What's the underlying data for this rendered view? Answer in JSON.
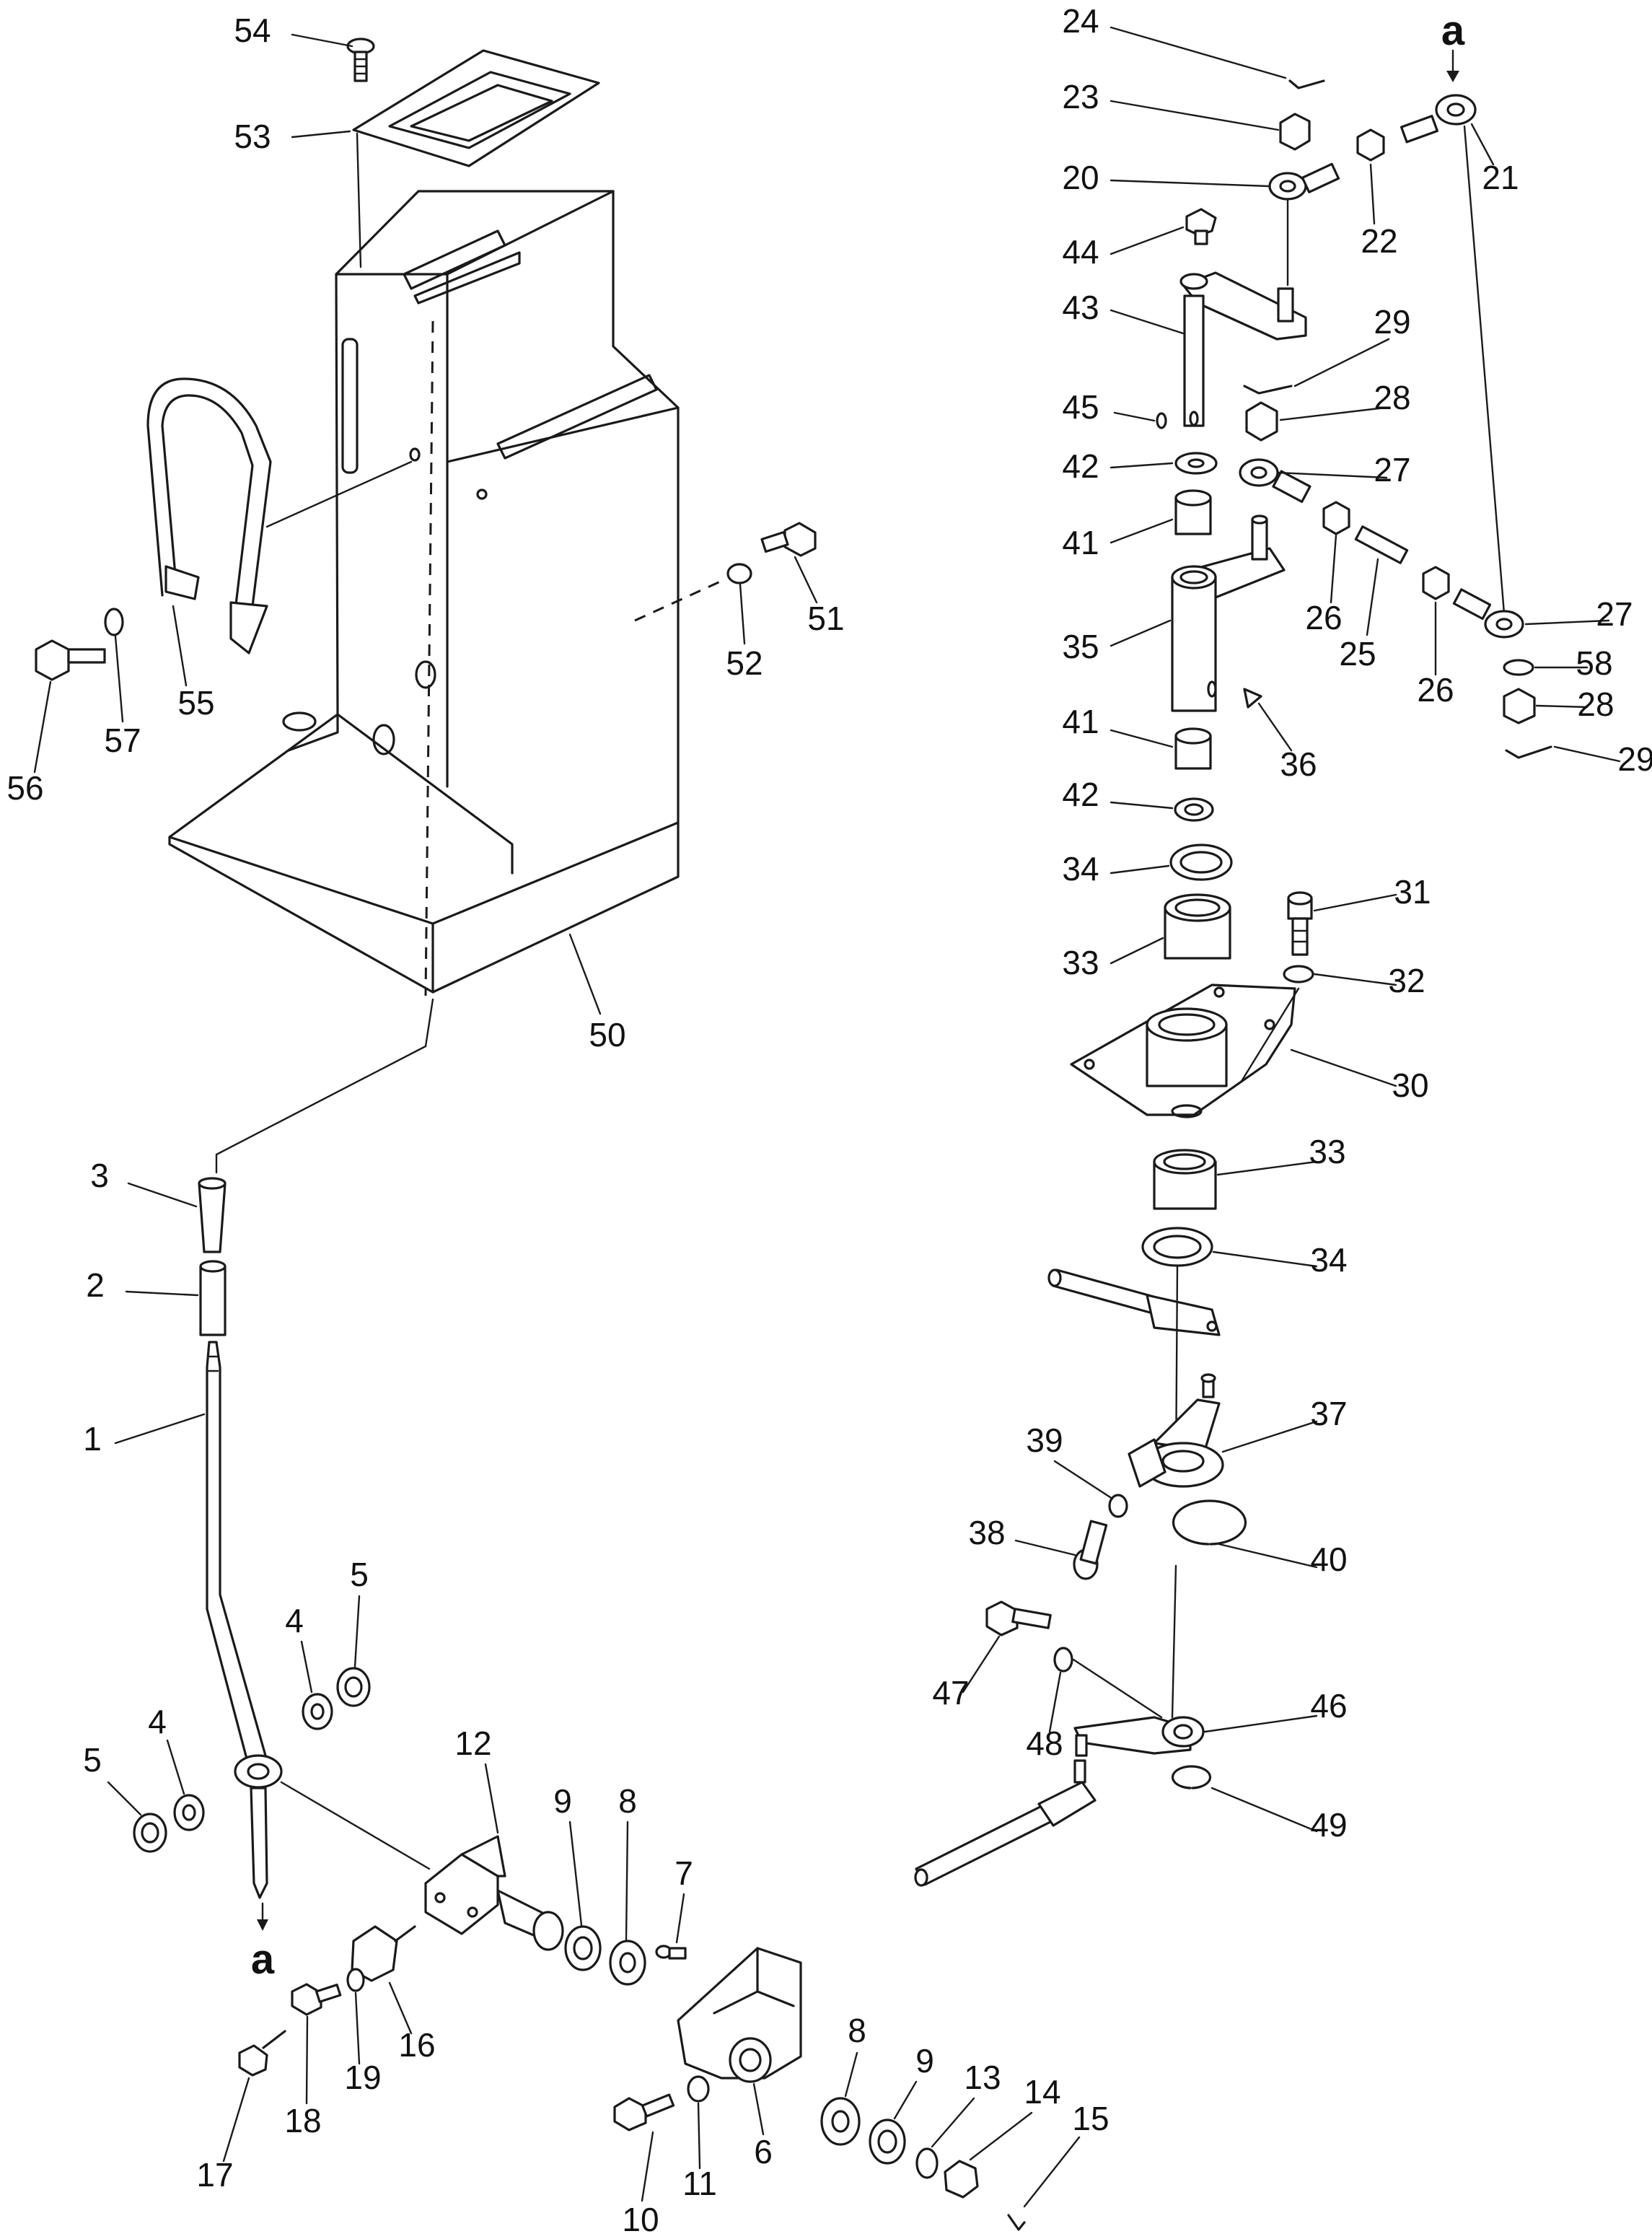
{
  "diagram": {
    "marker": "a",
    "callouts": [
      {
        "id": "54",
        "text": "54"
      },
      {
        "id": "53",
        "text": "53"
      },
      {
        "id": "56",
        "text": "56"
      },
      {
        "id": "57",
        "text": "57"
      },
      {
        "id": "55",
        "text": "55"
      },
      {
        "id": "52",
        "text": "52"
      },
      {
        "id": "51",
        "text": "51"
      },
      {
        "id": "50",
        "text": "50"
      },
      {
        "id": "3",
        "text": "3"
      },
      {
        "id": "2",
        "text": "2"
      },
      {
        "id": "1",
        "text": "1"
      },
      {
        "id": "4a",
        "text": "4"
      },
      {
        "id": "5a",
        "text": "5"
      },
      {
        "id": "4b",
        "text": "4"
      },
      {
        "id": "5b",
        "text": "5"
      },
      {
        "id": "12",
        "text": "12"
      },
      {
        "id": "9a",
        "text": "9"
      },
      {
        "id": "8a",
        "text": "8"
      },
      {
        "id": "7",
        "text": "7"
      },
      {
        "id": "16",
        "text": "16"
      },
      {
        "id": "19",
        "text": "19"
      },
      {
        "id": "18",
        "text": "18"
      },
      {
        "id": "17",
        "text": "17"
      },
      {
        "id": "10",
        "text": "10"
      },
      {
        "id": "11",
        "text": "11"
      },
      {
        "id": "6",
        "text": "6"
      },
      {
        "id": "8b",
        "text": "8"
      },
      {
        "id": "9b",
        "text": "9"
      },
      {
        "id": "13",
        "text": "13"
      },
      {
        "id": "14",
        "text": "14"
      },
      {
        "id": "15",
        "text": "15"
      },
      {
        "id": "24",
        "text": "24"
      },
      {
        "id": "23",
        "text": "23"
      },
      {
        "id": "20",
        "text": "20"
      },
      {
        "id": "22",
        "text": "22"
      },
      {
        "id": "21",
        "text": "21"
      },
      {
        "id": "44",
        "text": "44"
      },
      {
        "id": "43",
        "text": "43"
      },
      {
        "id": "29a",
        "text": "29"
      },
      {
        "id": "45",
        "text": "45"
      },
      {
        "id": "28a",
        "text": "28"
      },
      {
        "id": "42a",
        "text": "42"
      },
      {
        "id": "27a",
        "text": "27"
      },
      {
        "id": "41a",
        "text": "41"
      },
      {
        "id": "35",
        "text": "35"
      },
      {
        "id": "26a",
        "text": "26"
      },
      {
        "id": "25",
        "text": "25"
      },
      {
        "id": "27b",
        "text": "27"
      },
      {
        "id": "26b",
        "text": "26"
      },
      {
        "id": "58",
        "text": "58"
      },
      {
        "id": "28b",
        "text": "28"
      },
      {
        "id": "36",
        "text": "36"
      },
      {
        "id": "29b",
        "text": "29"
      },
      {
        "id": "41b",
        "text": "41"
      },
      {
        "id": "42b",
        "text": "42"
      },
      {
        "id": "34a",
        "text": "34"
      },
      {
        "id": "31",
        "text": "31"
      },
      {
        "id": "33a",
        "text": "33"
      },
      {
        "id": "32",
        "text": "32"
      },
      {
        "id": "30",
        "text": "30"
      },
      {
        "id": "33b",
        "text": "33"
      },
      {
        "id": "34b",
        "text": "34"
      },
      {
        "id": "37",
        "text": "37"
      },
      {
        "id": "39",
        "text": "39"
      },
      {
        "id": "38",
        "text": "38"
      },
      {
        "id": "40",
        "text": "40"
      },
      {
        "id": "47",
        "text": "47"
      },
      {
        "id": "46",
        "text": "46"
      },
      {
        "id": "48",
        "text": "48"
      },
      {
        "id": "49",
        "text": "49"
      }
    ]
  }
}
